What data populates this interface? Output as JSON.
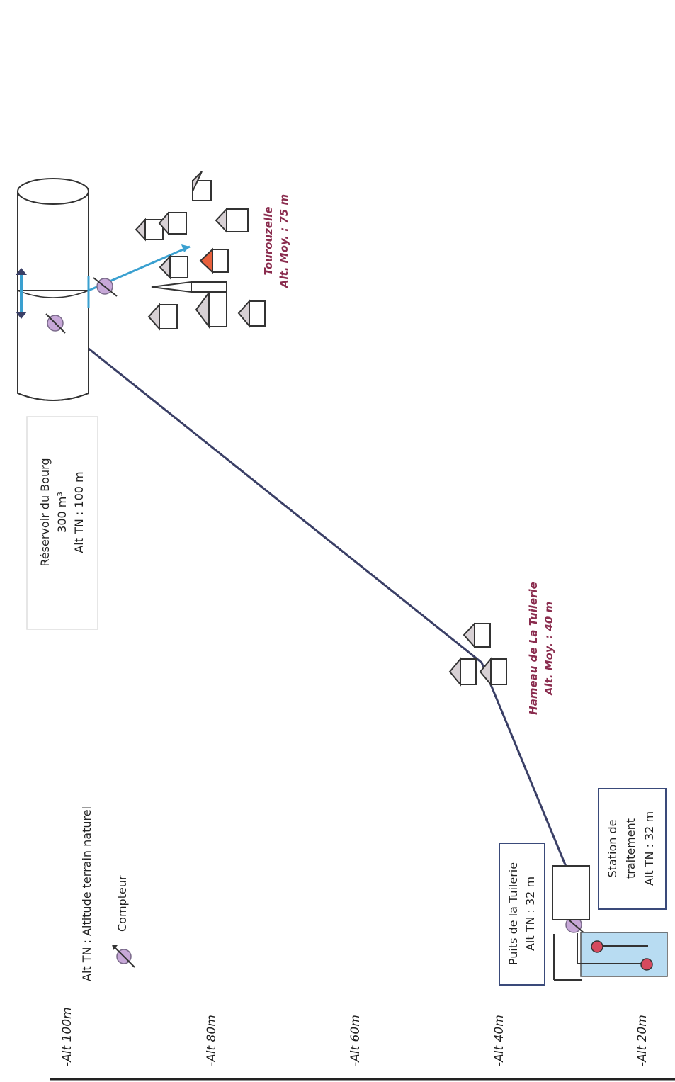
{
  "legend": {
    "definition": "Alt TN : Altitude terrain naturel",
    "meter_label": "Compteur",
    "meter_icon": "water-meter-icon"
  },
  "axis": {
    "ticks": [
      "-Alt 100m",
      "-Alt 80m",
      "-Alt 60m",
      "-Alt 40m",
      "-Alt 20m"
    ]
  },
  "reservoir": {
    "name": "Réservoir du Bourg",
    "capacity": "300 m³",
    "altitude": "Alt TN : 100 m"
  },
  "hameau": {
    "name": "Hameau de La Tuilerie",
    "altitude": "Alt. Moy. : 40 m"
  },
  "village": {
    "name": "Tourouzelle",
    "altitude": "Alt. Moy. : 75 m"
  },
  "puits": {
    "name": "Puits de la Tuilerie",
    "altitude": "Alt TN : 32 m"
  },
  "station": {
    "line1": "Station de",
    "line2": "traitement",
    "altitude": "Alt TN : 32 m"
  },
  "colors": {
    "pipe": "#3a3f66",
    "distribution": "#3aa0d0",
    "meter": "#c7a8d8",
    "place_label": "#8a2c4e",
    "pump": "#d64a5e",
    "basin": "#b8dcf2",
    "highlight_house": "#e8603c"
  }
}
